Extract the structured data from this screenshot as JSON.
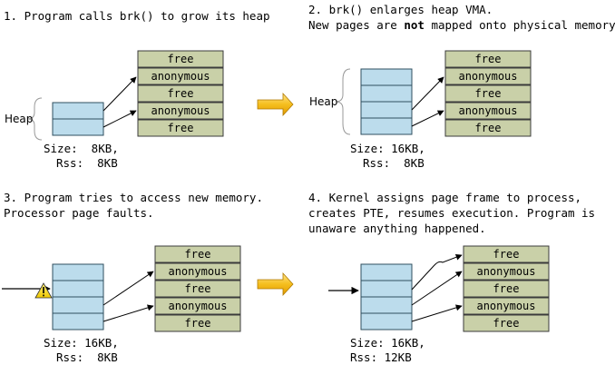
{
  "colors": {
    "heap_fill": "#bcdcec",
    "heap_stroke": "#2f4f5f",
    "phys_fill": "#c9d0a8",
    "phys_stroke": "#3b3b3b",
    "arrow": "#000000",
    "page_arrow": "#f0b400",
    "warning": "#f5d000"
  },
  "physical_memory_labels": [
    "free",
    "anonymous",
    "free",
    "anonymous",
    "free"
  ],
  "panels": [
    {
      "caption": [
        "1. Program calls brk() to grow its heap"
      ],
      "heap_label": "Heap",
      "size": "Size:  8KB,",
      "rss": "Rss:  8KB"
    },
    {
      "caption": [
        "2. brk() enlarges heap VMA.",
        "New pages are not mapped onto physical memory."
      ],
      "caption_bold_word": "not",
      "heap_label": "Heap",
      "size": "Size: 16KB,",
      "rss": "Rss:  8KB"
    },
    {
      "caption": [
        "3. Program tries to access new memory.",
        "Processor page faults."
      ],
      "size": "Size: 16KB,",
      "rss": "Rss:  8KB",
      "icon": "warning-icon"
    },
    {
      "caption": [
        "4. Kernel assigns page frame to process,",
        "creates PTE, resumes execution. Program is",
        "unaware anything happened."
      ],
      "size": "Size: 16KB,",
      "rss": "Rss: 12KB"
    }
  ]
}
